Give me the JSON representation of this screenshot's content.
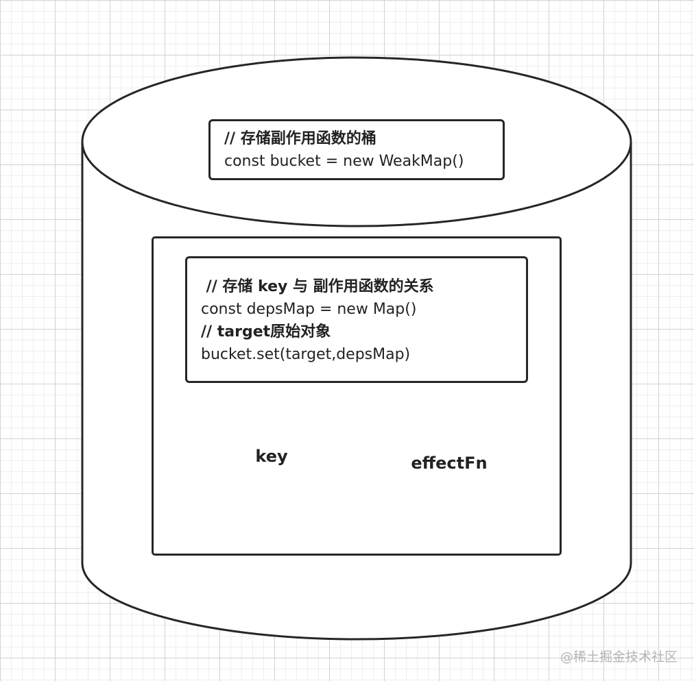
{
  "outer_store": {
    "comment": "// 存储副作用函数的桶",
    "code": "const bucket = new WeakMap()"
  },
  "deps_map": {
    "comment1": " // 存储 key 与 副作用函数的关系",
    "code1": "const depsMap = new Map()",
    "comment2": "// target原始对象",
    "code2": "bucket.set(target,depsMap)"
  },
  "key_node": {
    "label": "key"
  },
  "effect_node": {
    "label": "effectFn"
  },
  "watermark": "@稀土掘金技术社区",
  "colors": {
    "stroke": "#262626",
    "fill": "#ffffff",
    "text": "#222222",
    "grid_major": "#d2d2d2",
    "grid_minor": "#eeeeee",
    "watermark": "#b4b4b4"
  }
}
